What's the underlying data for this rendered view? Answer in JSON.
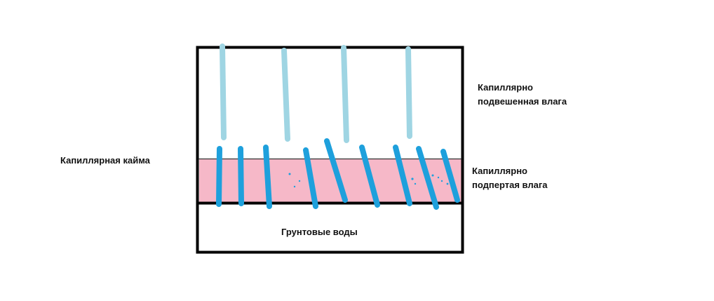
{
  "labels": {
    "suspended_moisture": [
      "Капиллярно",
      "подвешенная влага"
    ],
    "capillary_fringe": "Капиллярная кайма",
    "supported_moisture": [
      "Капиллярно",
      "подпертая влага"
    ],
    "groundwater": "Грунтовые воды"
  },
  "colors": {
    "frame": "#000000",
    "fringe_fill": "#f6b8c8",
    "suspended_water": "#9fd5e3",
    "supported_water": "#1ea0dc",
    "background": "#ffffff"
  }
}
